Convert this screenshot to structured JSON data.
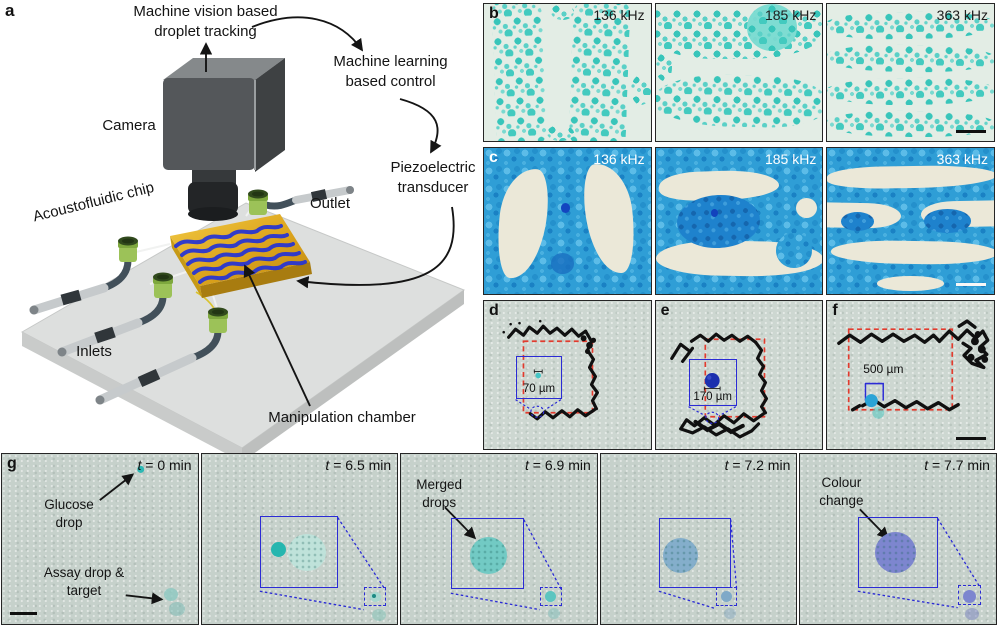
{
  "colors": {
    "callout_blue": "#2b2bd5",
    "dashed_red": "#e23b2e",
    "droplet_teal": "#3ec9c0",
    "droplet_blue": "#2f9ed6",
    "merged_drop_purple": "#7d86cf",
    "chip_gold": "#e0a81e",
    "transducer_stripe_blue": "#2433d6"
  },
  "panel_a": {
    "label": "a",
    "machine_vision": [
      "Machine vision based",
      "droplet tracking"
    ],
    "machine_learning": [
      "Machine learning",
      "based control"
    ],
    "camera": "Camera",
    "piezo": [
      "Piezoelectric",
      "transducer"
    ],
    "chip": "Acoustofluidic chip",
    "outlet": "Outlet",
    "inlets": "Inlets",
    "chamber": "Manipulation chamber"
  },
  "panel_b": {
    "label": "b",
    "frequencies": [
      "136 kHz",
      "185 kHz",
      "363 kHz"
    ]
  },
  "panel_c": {
    "label": "c",
    "frequencies": [
      "136 kHz",
      "185 kHz",
      "363 kHz"
    ]
  },
  "panel_d": {
    "label": "d",
    "size_label": "70 µm"
  },
  "panel_e": {
    "label": "e",
    "size_label": "170 µm"
  },
  "panel_f": {
    "label": "f",
    "size_label": "500 µm"
  },
  "panel_g": {
    "label": "g",
    "times": [
      {
        "symbol": "t",
        "rest": " = 0 min"
      },
      {
        "symbol": "t",
        "rest": " = 6.5 min"
      },
      {
        "symbol": "t",
        "rest": " = 6.9 min"
      },
      {
        "symbol": "t",
        "rest": " = 7.2 min"
      },
      {
        "symbol": "t",
        "rest": " = 7.7 min"
      }
    ],
    "glucose": [
      "Glucose",
      "drop"
    ],
    "assay": [
      "Assay drop &",
      "target"
    ],
    "merged": [
      "Merged",
      "drops"
    ],
    "colour": [
      "Colour",
      "change"
    ]
  }
}
